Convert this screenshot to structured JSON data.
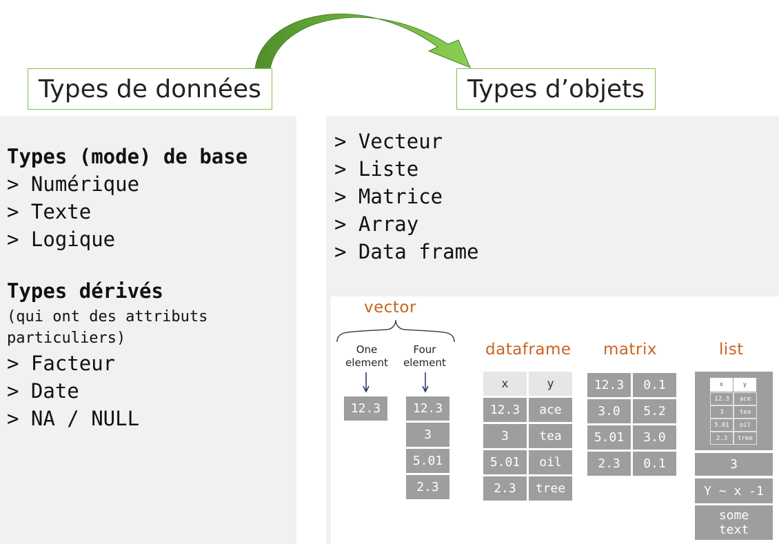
{
  "titles": {
    "left": "Types de données",
    "right": "Types d’objets"
  },
  "left_panel": {
    "heading1": "Types (mode) de base",
    "base_items": [
      "> Numérique",
      "> Texte",
      "> Logique"
    ],
    "heading2": "Types dérivés",
    "sub1": "(qui ont des attributs",
    "sub2": "particuliers)",
    "derived_items": [
      "> Facteur",
      "> Date",
      "> NA / NULL"
    ]
  },
  "right_panel": {
    "items": [
      "> Vecteur",
      "> Liste",
      "> Matrice",
      "> Array",
      "> Data frame"
    ]
  },
  "diagram": {
    "vector": {
      "label": "vector",
      "one_label": [
        "One",
        "element"
      ],
      "four_label": [
        "Four",
        "element"
      ],
      "one_value": "12.3",
      "four_values": [
        "12.3",
        "3",
        "5.01",
        "2.3"
      ]
    },
    "dataframe": {
      "label": "dataframe",
      "headers": [
        "x",
        "y"
      ],
      "rows": [
        [
          "12.3",
          "ace"
        ],
        [
          "3",
          "tea"
        ],
        [
          "5.01",
          "oil"
        ],
        [
          "2.3",
          "tree"
        ]
      ]
    },
    "matrix": {
      "label": "matrix",
      "rows": [
        [
          "12.3",
          "0.1"
        ],
        [
          "3.0",
          "5.2"
        ],
        [
          "5.01",
          "3.0"
        ],
        [
          "2.3",
          "0.1"
        ]
      ]
    },
    "list": {
      "label": "list",
      "mini_headers": [
        "x",
        "y"
      ],
      "mini_rows": [
        [
          "12.3",
          "ace"
        ],
        [
          "3",
          "tea"
        ],
        [
          "5.01",
          "oil"
        ],
        [
          "2.3",
          "tree"
        ]
      ],
      "items": [
        "3",
        "Y ~ x -1",
        "some text"
      ]
    }
  },
  "colors": {
    "arrow_green": "#6db33f",
    "accent_orange": "#c8641e",
    "cell_grey": "#9e9e9e",
    "panel_grey": "#f1f1f1"
  }
}
